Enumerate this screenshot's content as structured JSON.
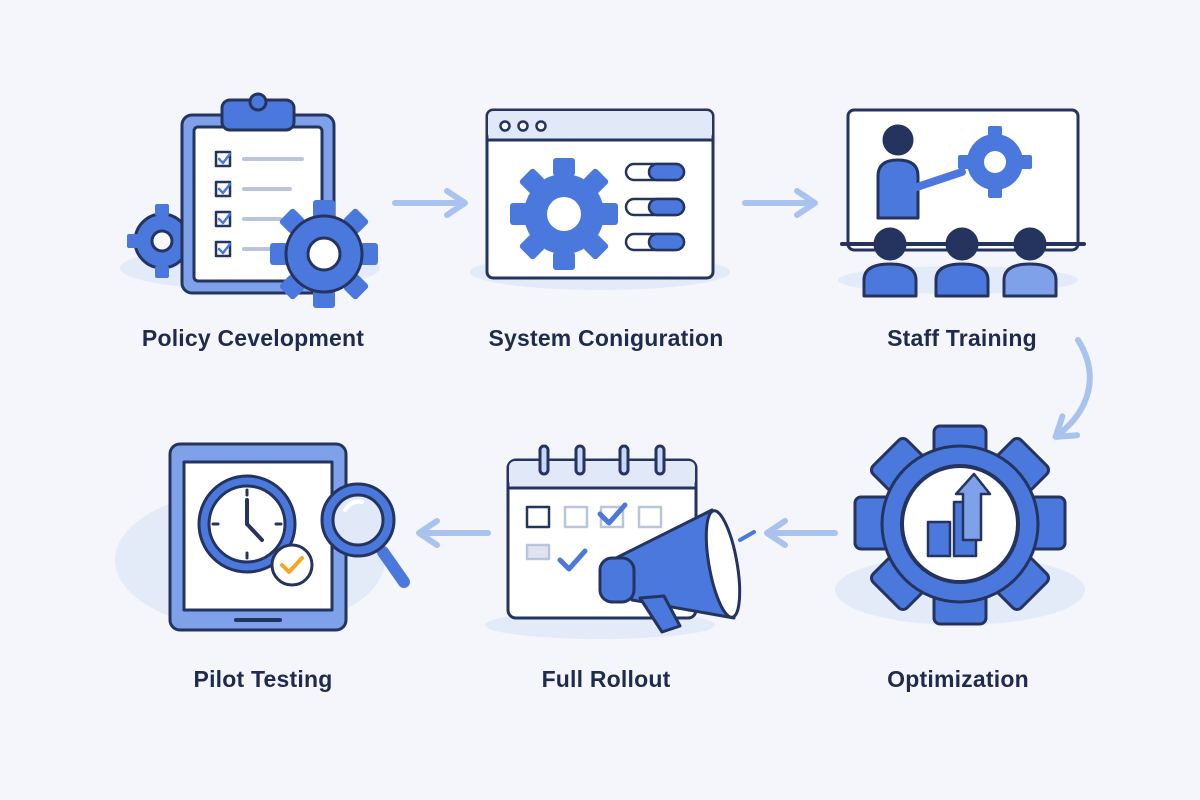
{
  "steps": [
    {
      "label": "Policy Cevelopment",
      "icon": "clipboard-gears-icon"
    },
    {
      "label": "System Coniguration",
      "icon": "browser-settings-icon"
    },
    {
      "label": "Staff Training",
      "icon": "presentation-audience-icon"
    },
    {
      "label": "Optimization",
      "icon": "gear-growth-chart-icon"
    },
    {
      "label": "Full Rollout",
      "icon": "calendar-megaphone-icon"
    },
    {
      "label": "Pilot Testing",
      "icon": "tablet-clock-magnifier-icon"
    }
  ],
  "colors": {
    "background": "#f4f6fb",
    "outline": "#24345f",
    "primary": "#4a78dd",
    "light": "#c8d7f5",
    "arrow": "#a9c3ee",
    "check_accent": "#f5a623"
  }
}
